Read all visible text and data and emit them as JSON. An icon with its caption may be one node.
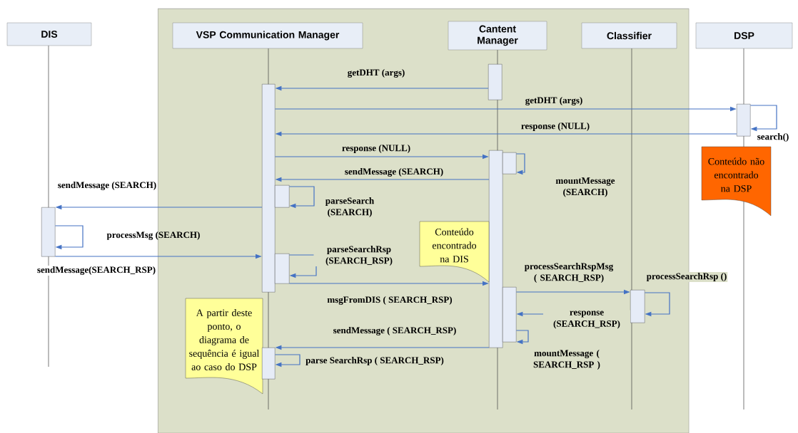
{
  "diagram": {
    "nodes": [
      {
        "text": [],
        "shape": "box"
      },
      {
        "text": [
          "DIS"
        ]
      },
      {
        "text": [
          "VSP Communication Manager"
        ],
        "in": 0
      },
      {
        "text": [
          "Cantent Manager"
        ],
        "in": 0
      },
      {
        "text": [
          "Classifier"
        ],
        "in": 0
      },
      {
        "text": [
          "DSP"
        ]
      },
      {
        "text": [],
        "shape": "bar",
        "in": 0
      },
      {
        "text": [],
        "shape": "bar",
        "in": 0
      },
      {
        "text": [],
        "shape": "bar"
      },
      {
        "text": [
          "Conteúdo não encontrado na DSP"
        ]
      },
      {
        "text": [],
        "shape": "bar",
        "in": 0
      },
      {
        "text": [],
        "shape": "bar",
        "in": 0
      },
      {
        "text": [],
        "shape": "bar",
        "in": 0
      },
      {
        "text": [],
        "shape": "bar"
      },
      {
        "text": [
          "Conteúdo encontrado na DIS"
        ],
        "in": 0
      },
      {
        "text": [],
        "shape": "bar",
        "in": 0
      },
      {
        "text": [],
        "shape": "bar",
        "in": 0
      },
      {
        "text": [],
        "shape": "bar",
        "in": 0
      },
      {
        "text": [
          "A partir deste ponto, o diagrama de sequência é igual ao caso do DSP"
        ],
        "in": 0
      },
      {
        "text": [],
        "shape": "bar",
        "in": 0
      }
    ],
    "edges": [
      {
        "from": 6,
        "to": 7,
        "arrow": "to",
        "label": "getDHT (args)"
      },
      {
        "from": 7,
        "to": 8,
        "arrow": "to",
        "label": "getDHT (args)"
      },
      {
        "from": 8,
        "to": 8,
        "arrow": "to",
        "label": "search()"
      },
      {
        "from": 8,
        "to": 7,
        "arrow": "to",
        "label": "response (NULL)"
      },
      {
        "from": 7,
        "to": 10,
        "arrow": "to",
        "label": "response (NULL)"
      },
      {
        "from": 11,
        "to": 11,
        "arrow": "to",
        "label": "mountMessage (SEARCH)"
      },
      {
        "from": 10,
        "to": 7,
        "arrow": "to",
        "label": "sendMessage (SEARCH)"
      },
      {
        "from": 12,
        "to": 12,
        "arrow": "to",
        "label": "parseSearch (SEARCH)"
      },
      {
        "from": 7,
        "to": 13,
        "arrow": "to",
        "label": "sendMessage (SEARCH)"
      },
      {
        "from": 13,
        "to": 13,
        "arrow": "to",
        "label": "processMsg (SEARCH)"
      },
      {
        "from": 13,
        "to": 7,
        "arrow": "to",
        "label": "sendMessage(SEARCH_RSP)"
      },
      {
        "from": 15,
        "to": 15,
        "arrow": "to",
        "label": "parseSearchRsp (SEARCH_RSP)"
      },
      {
        "from": 15,
        "to": 10,
        "arrow": "to",
        "label": "msgFromDIS ( SEARCH_RSP)"
      },
      {
        "from": 16,
        "to": 17,
        "arrow": "to",
        "label": "processSearchRspMsg ( SEARCH_RSP)"
      },
      {
        "from": 17,
        "to": 17,
        "arrow": "to",
        "label": "processSearchRsp ()"
      },
      {
        "from": 17,
        "to": 16,
        "arrow": "to",
        "label": "response (SEARCH_RSP)"
      },
      {
        "from": 16,
        "to": 16,
        "arrow": "to",
        "label": "mountMessage ( SEARCH_RSP )"
      },
      {
        "from": 10,
        "to": 19,
        "arrow": "to",
        "label": "sendMessage ( SEARCH_RSP)"
      },
      {
        "from": 19,
        "to": 19,
        "arrow": "to",
        "label": "parse SearchRsp ( SEARCH_RSP)"
      }
    ]
  }
}
